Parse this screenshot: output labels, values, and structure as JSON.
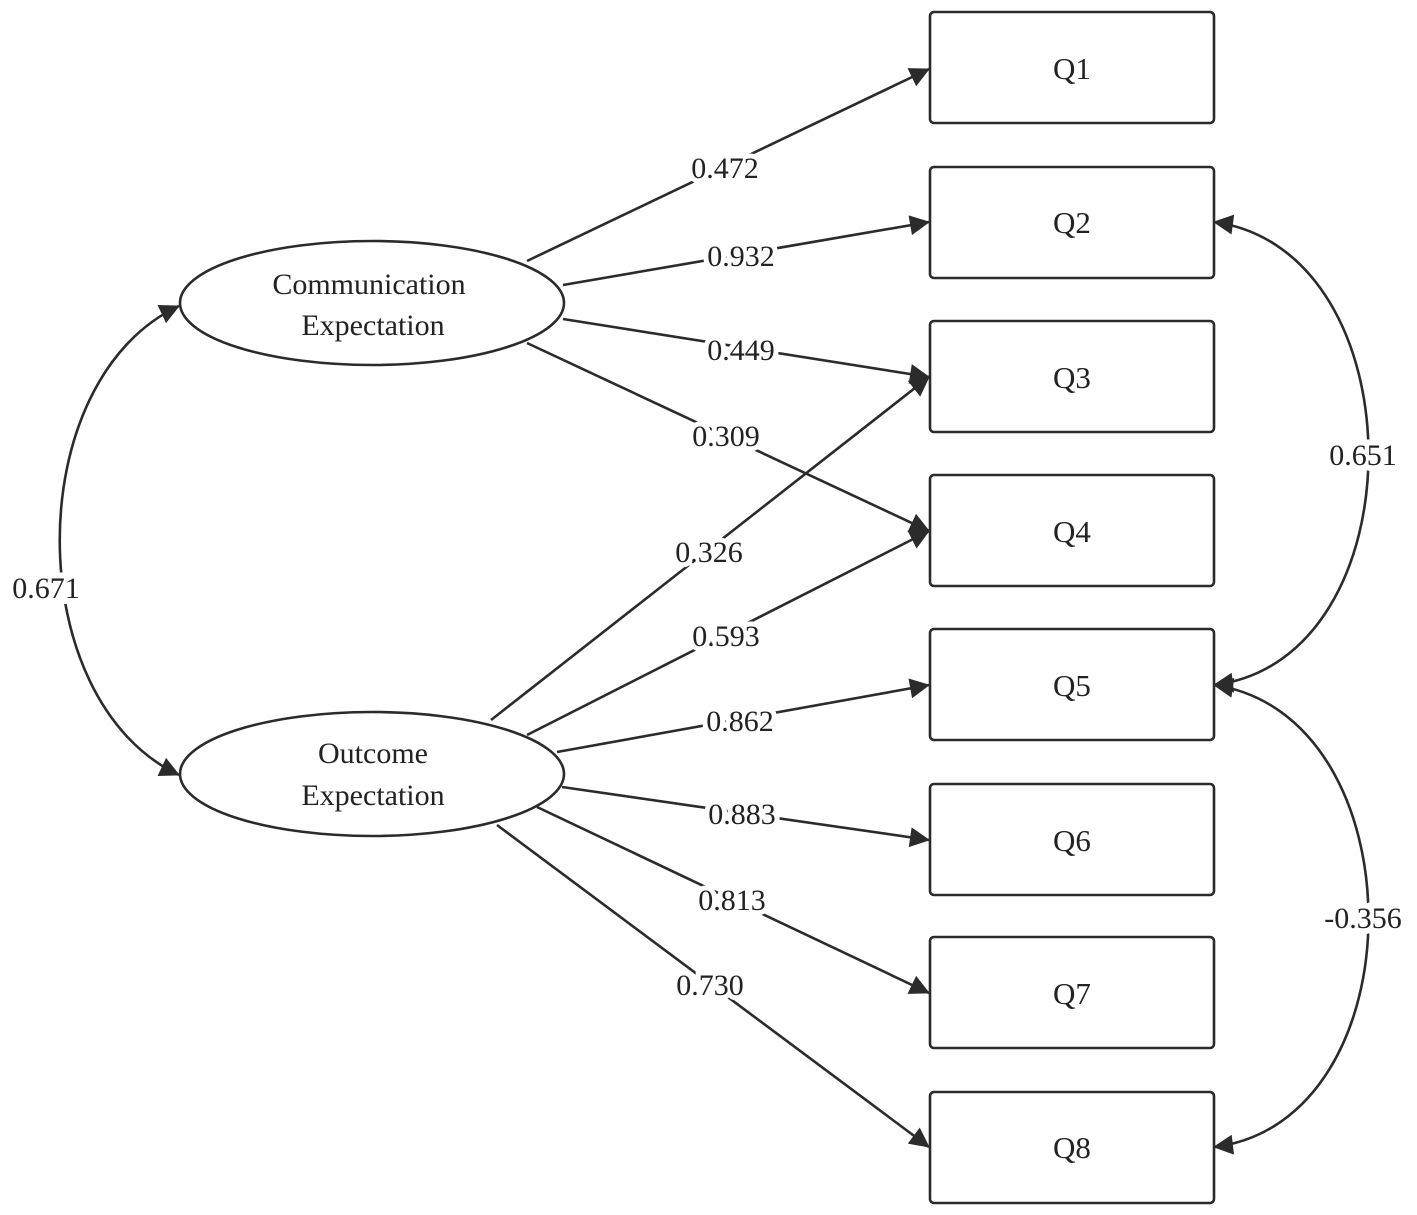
{
  "latents": [
    {
      "id": "comm",
      "lines": [
        "Communication",
        "Expectation"
      ]
    },
    {
      "id": "outc",
      "lines": [
        "Outcome",
        "Expectation"
      ]
    }
  ],
  "observed": [
    {
      "id": "Q1",
      "label": "Q1"
    },
    {
      "id": "Q2",
      "label": "Q2"
    },
    {
      "id": "Q3",
      "label": "Q3"
    },
    {
      "id": "Q4",
      "label": "Q4"
    },
    {
      "id": "Q5",
      "label": "Q5"
    },
    {
      "id": "Q6",
      "label": "Q6"
    },
    {
      "id": "Q7",
      "label": "Q7"
    },
    {
      "id": "Q8",
      "label": "Q8"
    }
  ],
  "loadings": [
    {
      "from": "comm",
      "to": "Q1",
      "value": "0.472"
    },
    {
      "from": "comm",
      "to": "Q2",
      "value": "0.932"
    },
    {
      "from": "comm",
      "to": "Q3",
      "value": "0.449"
    },
    {
      "from": "comm",
      "to": "Q4",
      "value": "0.309"
    },
    {
      "from": "outc",
      "to": "Q3",
      "value": "0.326"
    },
    {
      "from": "outc",
      "to": "Q4",
      "value": "0.593"
    },
    {
      "from": "outc",
      "to": "Q5",
      "value": "0.862"
    },
    {
      "from": "outc",
      "to": "Q6",
      "value": "0.883"
    },
    {
      "from": "outc",
      "to": "Q7",
      "value": "0.813"
    },
    {
      "from": "outc",
      "to": "Q8",
      "value": "0.730"
    }
  ],
  "covariances": [
    {
      "a": "comm",
      "b": "outc",
      "value": "0.671"
    },
    {
      "a": "Q2",
      "b": "Q5",
      "value": "0.651"
    },
    {
      "a": "Q5",
      "b": "Q8",
      "value": "-0.356"
    }
  ],
  "colors": {
    "stroke": "#2b2b2b",
    "text": "#222222",
    "background": "#ffffff"
  }
}
